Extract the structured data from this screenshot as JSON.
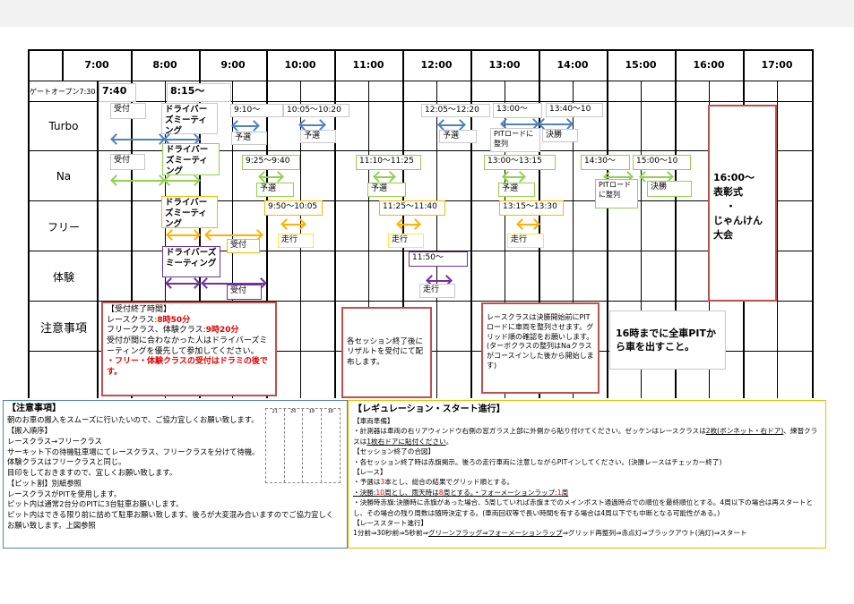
{
  "header": {
    "times": [
      "7:00",
      "8:00",
      "9:00",
      "10:00",
      "11:00",
      "12:00",
      "13:00",
      "14:00",
      "15:00",
      "16:00",
      "17:00"
    ]
  },
  "rows": {
    "gate": "ゲートオープン7:30",
    "turbo": "Turbo",
    "na": "Na",
    "free": "フリー",
    "taiken": "体験",
    "notes": "注意事項"
  },
  "gate": {
    "t1": "7:40",
    "t2": "8:15〜"
  },
  "turbo": {
    "uketsuke": "受付",
    "meeting": "ドライバーズミーティング",
    "q1_time": "9:10〜",
    "q1": "予選",
    "q2_time": "10:05〜10:20",
    "q2": "予選",
    "q3_time": "12:05〜12:20",
    "q3": "予選",
    "pit_time": "13:00〜",
    "pit": "PITロードに整列",
    "final_time": "13:40〜10",
    "final": "決勝"
  },
  "na": {
    "uketsuke": "受付",
    "meeting": "ドライバーズミーティング",
    "q1_time": "9:25〜9:40",
    "q1": "予選",
    "q2_time": "11:10〜11:25",
    "q2": "予選",
    "q3_time": "13:00〜13:15",
    "q3": "予選",
    "pit_time": "14:30〜",
    "pit": "PITロードに整列",
    "final_time": "15:00〜10",
    "final": "決勝"
  },
  "free": {
    "meeting": "ドライバーズミーティング",
    "uketsuke": "受付",
    "s1_time": "9:50〜10:05",
    "s1": "走行",
    "s2_time": "11:25〜11:40",
    "s2": "走行",
    "s3_time": "13:15〜13:30",
    "s3": "走行"
  },
  "taiken": {
    "meeting": "ドライバーズミーティング",
    "uketsuke": "受付",
    "s1_time": "11:50〜",
    "s1": "走行"
  },
  "award": {
    "l1": "16:00〜",
    "l2": "表彰式",
    "l3": "・",
    "l4": "じゃんけん",
    "l5": "大会"
  },
  "notes": {
    "deadline": {
      "title": "【受付終了時間】",
      "race_label": "レースクラス:",
      "race_time": "8時50分",
      "free_label": "フリークラス、体験クラス:",
      "free_time": "9時20分",
      "text": "受付が間に合わなかった人はドライバーズミーティングを優先して参加してください。",
      "warn": "・フリー・体験クラスの受付はドラミの後です。"
    },
    "result": "各セッション終了後にリザルトを受付にて配布します。",
    "pit": "レースクラスは決勝開始前にPITロードに車両を整列させます。グリッド順の確認をお願いします。(ターボクラスの整列はNaクラスがコースインした後から開始します)",
    "exit": "16時までに全車PITから車を出すこと。"
  },
  "left_box": {
    "title": "【注意事項】",
    "lines": [
      "朝のお車の搬入をスムーズに行いたいので、ご協力宜しくお願い致します。",
      "【搬入順序】",
      "レースクラス→フリークラス",
      "サーキット下の待機駐車場にてレースクラス、フリークラスを分けて待機。",
      "体験クラスはフリークラスと同じ。",
      "目印をしておきますので、宜しくお願い致します。",
      "【ピット割】別紙参照",
      "レースクラスがPITを使用します。",
      "ピット内は通常2台分のPITに3台駐車お願いします。",
      "ピット内はできる限り前に詰めて駐車お願い致します。後ろが大変混み合いますのでご協力宜しくお願い致します。上図参照"
    ],
    "diagram_labels": [
      "21",
      "20",
      "19",
      "18"
    ]
  },
  "right_box": {
    "title": "【レギュレーション・スタート進行】",
    "vehicle": "【車両準備】",
    "v1a": "・計測器は車両の右リアウィンドウ右側の窓ガラス上部に外側から貼り付けてください。ゼッケンはレースクラスは",
    "v1b": "2枚(ボンネット・右ドア)",
    "v1c": "、練習クラスは",
    "v1d": "1枚右ドアに貼付ください",
    "v1e": "。",
    "session": "【セッション終了の合図】",
    "s1": "・各セッション終了時は赤旗掲示。後ろの走行車両に注意しながらPITインしてください。(決勝レースはチェッカー終了)",
    "race": "【レース】",
    "r1a": "・予選は",
    "r1b": "3",
    "r1c": "本とし、総合の結果でグリッド順とする。",
    "r2a": "・決勝:",
    "r2b": "10",
    "r2c": "周とし、雨天時は",
    "r2d": "8",
    "r2e": "周とする。・フォーメーションラップ:",
    "r2f": "1",
    "r2g": "周",
    "r3": "・決勝時赤旗:決勝時に赤旗があった場合、5周していれば赤旗までのメインポスト通過時点での順位を最終順位とする。4周以下の場合は再スタートとし、その場合の残り周数は随時決定する。(車両回収等で長い時間を有する場合は4周以下でも中断となる可能性がある。)",
    "start": "【レーススタート進行】",
    "st_a": "1分前⇒30秒前⇒5秒前⇒",
    "st_b": "グリーンフラッグ⇒フォーメーションラップ",
    "st_c": "⇒グリッド再整列⇒赤点灯⇒ブラックアウト(消灯)⇒スタート"
  },
  "colors": {
    "turbo": "#4f81bd",
    "na": "#92d050",
    "free": "#ffb000",
    "taiken": "#7030a0",
    "red": "#c0504d"
  }
}
